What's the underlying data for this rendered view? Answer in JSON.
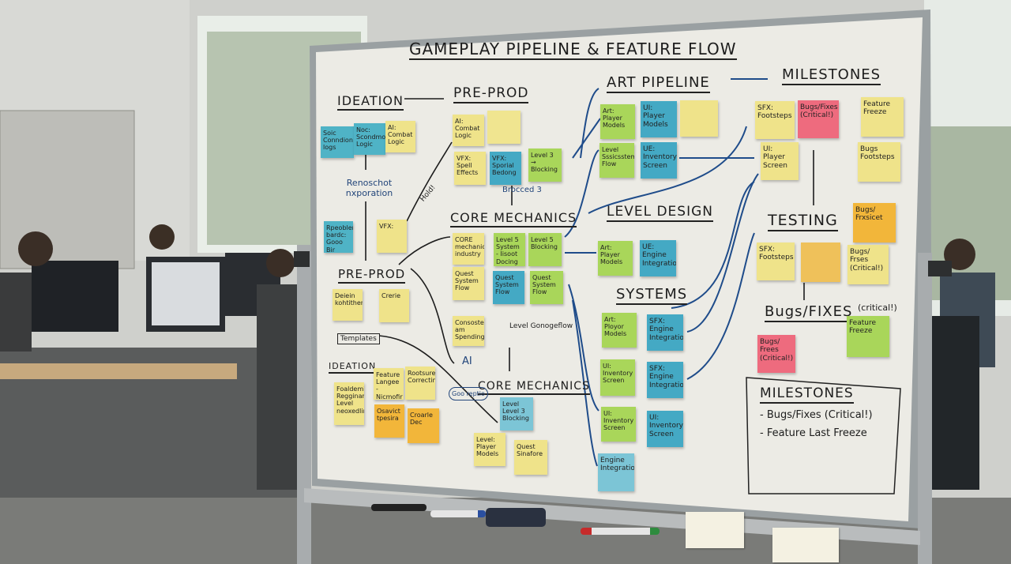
{
  "board": {
    "title": "GAMEPLAY PIPELINE & FEATURE FLOW",
    "headings": {
      "ideation": "IDEATION",
      "pre_prod": "PRE-PROD",
      "art_pipeline": "ART PIPELINE",
      "milestones": "MILESTONES",
      "core_mechanics": "CORE MECHANICS",
      "level_design": "LEVEL DESIGN",
      "testing": "TESTING",
      "systems": "SYSTEMS",
      "bugs_fixes": "Bugs/FIXES",
      "critical": "(critical!)",
      "pre_prod_2": "PRE-PROD",
      "ideation_2": "IDEATION",
      "core_mechanics_2": "CORE MECHANICS",
      "milestones_2": "MILESTONES"
    },
    "annotations": {
      "research": "Renoschot nxporation",
      "hold": "Hold!",
      "proceed": "Brocced 3",
      "level_flow": "Level Gonogeflow",
      "templates": "Templates",
      "ai": "AI",
      "goo": "Goo reptio"
    },
    "milestone_list": [
      "- Bugs/Fixes (Critical!)",
      "- Feature Last Freeze"
    ],
    "notes": [
      {
        "text": "Soic Conndion logs",
        "color": "#4fb3c6"
      },
      {
        "text": "Noc: Scondmom Logic",
        "color": "#4fb3c6"
      },
      {
        "text": "AI: Combat Logic",
        "color": "#efe38a"
      },
      {
        "text": "AI: Combat Logic",
        "color": "#efe38a"
      },
      {
        "text": "",
        "color": "#f0e590"
      },
      {
        "text": "VFX: Spell Effects",
        "color": "#efe38a"
      },
      {
        "text": "VFX: Sporial Bedong",
        "color": "#44a9c4"
      },
      {
        "text": "Level 3 → Blocking",
        "color": "#a9d65a"
      },
      {
        "text": "Rpeoblenel bardc: Gooo Bir Clonotg",
        "color": "#4fb3c6"
      },
      {
        "text": "VFX:",
        "color": "#efe38a"
      },
      {
        "text": "CORE mechanics industry",
        "color": "#efe38a"
      },
      {
        "text": "Level 5 System - Iisoot Docing",
        "color": "#a9d65a"
      },
      {
        "text": "Level 5 Blocking",
        "color": "#a9d65a"
      },
      {
        "text": "Quest System Flow",
        "color": "#efe38a"
      },
      {
        "text": "Quest System Flow",
        "color": "#44a9c4"
      },
      {
        "text": "Quest System Flow",
        "color": "#a9d65a"
      },
      {
        "text": "Consostel am Spending",
        "color": "#efe38a"
      },
      {
        "text": "Deiein kohtithens",
        "color": "#efe38a"
      },
      {
        "text": "Crerie",
        "color": "#efe38a"
      },
      {
        "text": "Foaldemia Regginare Level neoxedling",
        "color": "#efe38a"
      },
      {
        "text": "Feature Langee - Nicmofir",
        "color": "#efe38a"
      },
      {
        "text": "Rootsure Correcting",
        "color": "#efe38a"
      },
      {
        "text": "Osavict tpesira",
        "color": "#f2b63a"
      },
      {
        "text": "Croarle Dec",
        "color": "#f2b63a"
      },
      {
        "text": "Level Level 3 Blocking",
        "color": "#7cc5d6"
      },
      {
        "text": "Level: Player Models",
        "color": "#efe38a"
      },
      {
        "text": "Quest Sinafore",
        "color": "#efe38a"
      },
      {
        "text": "Art: Player Models",
        "color": "#a9d65a"
      },
      {
        "text": "UI: Player Models",
        "color": "#44a9c4"
      },
      {
        "text": "",
        "color": "#efe38a"
      },
      {
        "text": "Level Sssicsstem Flow",
        "color": "#a9d65a"
      },
      {
        "text": "UE: Inventory Screen",
        "color": "#44a9c4"
      },
      {
        "text": "Art: Player Models",
        "color": "#a9d65a"
      },
      {
        "text": "UE: Engine Integration",
        "color": "#44a9c4"
      },
      {
        "text": "SFX: Footsteps",
        "color": "#efe38a"
      },
      {
        "text": "Bugs/Fixes (Critical!)",
        "color": "#ee6b7e"
      },
      {
        "text": "Feature Freeze",
        "color": "#efe38a"
      },
      {
        "text": "UI: Player Screen",
        "color": "#efe38a"
      },
      {
        "text": "Bugs Footsteps",
        "color": "#efe38a"
      },
      {
        "text": "Bugs/ Frxsicet",
        "color": "#f2b63a"
      },
      {
        "text": "SFX: Footsteps",
        "color": "#efe38a"
      },
      {
        "text": "",
        "color": "#efc15a"
      },
      {
        "text": "Bugs/ Frses (Critical!)",
        "color": "#efe38a"
      },
      {
        "text": "Art: Ployor Models",
        "color": "#a9d65a"
      },
      {
        "text": "SFX: Engine Integration",
        "color": "#44a9c4"
      },
      {
        "text": "UI: Inventory Screen",
        "color": "#a9d65a"
      },
      {
        "text": "SFX: Engine Integration",
        "color": "#44a9c4"
      },
      {
        "text": "UI: Inventory Screen",
        "color": "#a9d65a"
      },
      {
        "text": "UI: Inventory Screen",
        "color": "#44a9c4"
      },
      {
        "text": "Engine Integration",
        "color": "#7cc5d6"
      },
      {
        "text": "Bugs/ Frees (Critical!)",
        "color": "#ee6b7e"
      },
      {
        "text": "Feature Freeze",
        "color": "#a9d65a"
      }
    ]
  }
}
